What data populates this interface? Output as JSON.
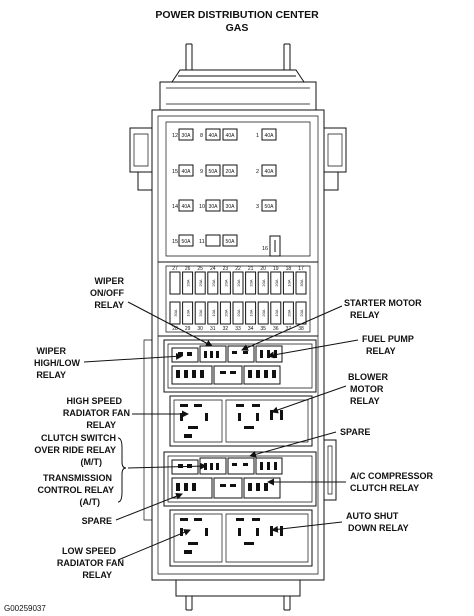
{
  "title": {
    "line1": "POWER DISTRIBUTION CENTER",
    "line2": "GAS"
  },
  "fuse_rows": [
    {
      "row": 1,
      "left_num": "12",
      "left_amp": "30A",
      "mid_num": "8",
      "mid_amp1": "40A",
      "mid_amp2": "40A",
      "right_num": "1",
      "right_amp": "40A"
    },
    {
      "row": 2,
      "left_num": "15",
      "left_amp": "40A",
      "mid_num": "9",
      "mid_amp1": "50A",
      "mid_amp2": "20A",
      "right_num": "2",
      "right_amp": "40A"
    },
    {
      "row": 3,
      "left_num": "14",
      "left_amp": "40A",
      "mid_num": "10",
      "mid_amp1": "30A",
      "mid_amp2": "30A",
      "right_num": "3",
      "right_amp": "50A"
    },
    {
      "row": 4,
      "left_num": "15",
      "left_amp": "50A",
      "mid_num": "11",
      "mid_amp1": "",
      "mid_amp2": "50A",
      "right_num": "",
      "right_amp": ""
    }
  ],
  "fuse_16": "16",
  "mini_fuses_top": [
    "27",
    "26",
    "25",
    "24",
    "23",
    "22",
    "21",
    "20",
    "19",
    "18",
    "17"
  ],
  "mini_fuses_top_amps": [
    "",
    "20A",
    "20A",
    "20A",
    "20A",
    "20A",
    "20A",
    "20A",
    "20A",
    "10A",
    "30A"
  ],
  "mini_fuses_bottom": [
    "28",
    "29",
    "30",
    "31",
    "32",
    "33",
    "34",
    "35",
    "36",
    "37",
    "38"
  ],
  "mini_fuses_bottom_amps": [
    "30A",
    "10A",
    "20A",
    "10A",
    "20A",
    "20A",
    "10A",
    "20A",
    "10A",
    "20A",
    "20A"
  ],
  "labels_left": [
    {
      "key": "wiper_onoff",
      "lines": [
        "WIPER",
        "ON/OFF",
        "RELAY"
      ]
    },
    {
      "key": "wiper_highlow",
      "lines": [
        "WIPER",
        "HIGH/LOW",
        "RELAY"
      ]
    },
    {
      "key": "high_speed_fan",
      "lines": [
        "HIGH SPEED",
        "RADIATOR FAN",
        "RELAY"
      ]
    },
    {
      "key": "clutch_switch",
      "lines": [
        "CLUTCH SWITCH",
        "OVER RIDE RELAY",
        "(M/T)"
      ]
    },
    {
      "key": "transmission",
      "lines": [
        "TRANSMISSION",
        "CONTROL RELAY",
        "(A/T)"
      ]
    },
    {
      "key": "spare_left",
      "lines": [
        "SPARE"
      ]
    },
    {
      "key": "low_speed_fan",
      "lines": [
        "LOW SPEED",
        "RADIATOR FAN",
        "RELAY"
      ]
    }
  ],
  "labels_right": [
    {
      "key": "starter",
      "lines": [
        "STARTER MOTOR",
        "RELAY"
      ]
    },
    {
      "key": "fuel_pump",
      "lines": [
        "FUEL PUMP",
        "RELAY"
      ]
    },
    {
      "key": "blower",
      "lines": [
        "BLOWER",
        "MOTOR",
        "RELAY"
      ]
    },
    {
      "key": "spare_right",
      "lines": [
        "SPARE"
      ]
    },
    {
      "key": "ac_compressor",
      "lines": [
        "A/C COMPRESSOR",
        "CLUTCH RELAY"
      ]
    },
    {
      "key": "auto_shut",
      "lines": [
        "AUTO SHUT",
        "DOWN RELAY"
      ]
    }
  ],
  "code": "G00259037"
}
